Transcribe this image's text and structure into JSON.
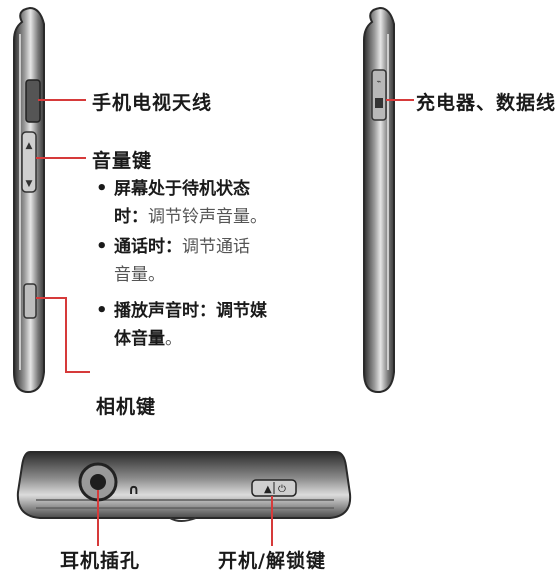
{
  "labels": {
    "tv_antenna": "手机电视天线",
    "volume_key": "音量键",
    "camera_key": "相机键",
    "charger_data": "充电器、数据线",
    "earphone_jack": "耳机插孔",
    "power_lock": "开机/解锁键"
  },
  "bullets": [
    {
      "bold": "屏幕处于待机状态时：",
      "bold_line1": "屏幕处于待机状态",
      "bold_line2": "时：",
      "normal": "调节铃声音量。"
    },
    {
      "bold": "通话时：",
      "normal_line1": "调节通话",
      "normal_line2": "音量。"
    },
    {
      "bold_line1": "播放声音时：调节媒",
      "bold_line2": "体音量",
      "normal": "。"
    }
  ],
  "bullet_glyph": "•",
  "colors": {
    "body_dark": "#3c3c3c",
    "body_mid": "#8a8a8a",
    "body_light": "#d8d8d8",
    "leader": "#d63a3a"
  }
}
